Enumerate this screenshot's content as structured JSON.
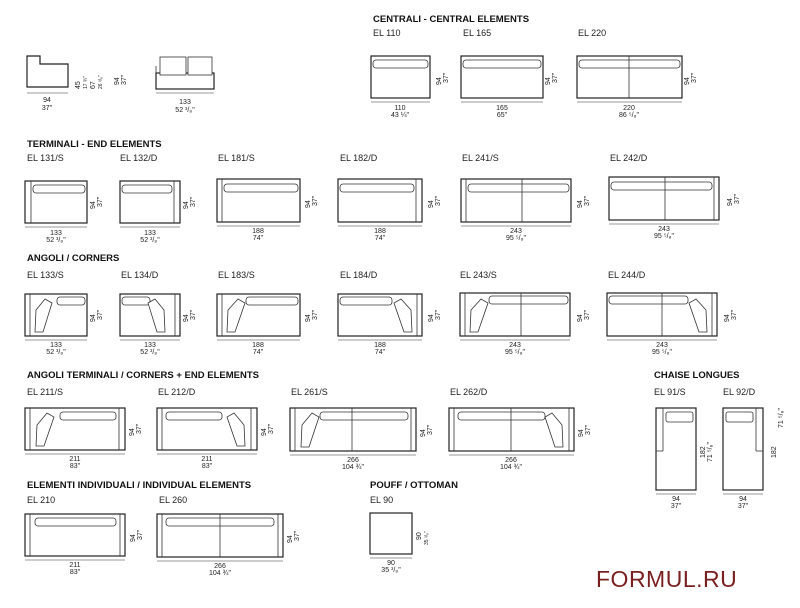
{
  "brand": "FORMUL.RU",
  "sections": {
    "central": "CENTRALI - CENTRAL ELEMENTS",
    "terminals": "TERMINALI - END ELEMENTS",
    "corners": "ANGOLI / CORNERS",
    "corner_ends": "ANGOLI TERMINALI / CORNERS + END ELEMENTS",
    "chaise": "CHAISE LONGUES",
    "individual": "ELEMENTI INDIVIDUALI / INDIVIDUAL ELEMENTS",
    "pouf": "POUFF / OTTOMAN"
  },
  "side_views": {
    "seat": {
      "width_cm": "94",
      "width_in": "37\"",
      "h1": "45",
      "h1_in": "17 ¾\"",
      "h2": "67",
      "h2_in": "26 ³/₈\"",
      "h3": "94",
      "h3_in": "37\""
    },
    "corner": {
      "width_cm": "133",
      "width_in": "52 ³/₈\""
    }
  },
  "central": [
    {
      "code": "EL 110",
      "w_cm": "110",
      "w_in": "43 ¼\"",
      "d_cm": "94",
      "d_in": "37\""
    },
    {
      "code": "EL 165",
      "w_cm": "165",
      "w_in": "65\"",
      "d_cm": "94",
      "d_in": "37\""
    },
    {
      "code": "EL 220",
      "w_cm": "220",
      "w_in": "86 ⁵/₈\"",
      "d_cm": "94",
      "d_in": "37\""
    }
  ],
  "terminals": [
    {
      "code": "EL 131/S",
      "w_cm": "133",
      "w_in": "52 ³/₈\"",
      "d_cm": "94",
      "d_in": "37\""
    },
    {
      "code": "EL 132/D",
      "w_cm": "133",
      "w_in": "52 ³/₈\"",
      "d_cm": "94",
      "d_in": "37\""
    },
    {
      "code": "EL 181/S",
      "w_cm": "188",
      "w_in": "74\"",
      "d_cm": "94",
      "d_in": "37\""
    },
    {
      "code": "EL 182/D",
      "w_cm": "188",
      "w_in": "74\"",
      "d_cm": "94",
      "d_in": "37\""
    },
    {
      "code": "EL 241/S",
      "w_cm": "243",
      "w_in": "95 ⁵/₈\"",
      "d_cm": "94",
      "d_in": "37\""
    },
    {
      "code": "EL 242/D",
      "w_cm": "243",
      "w_in": "95 ⁵/₈\"",
      "d_cm": "94",
      "d_in": "37\""
    }
  ],
  "corners": [
    {
      "code": "EL 133/S",
      "w_cm": "133",
      "w_in": "52 ³/₈\"",
      "d_cm": "94",
      "d_in": "37\""
    },
    {
      "code": "EL 134/D",
      "w_cm": "133",
      "w_in": "52 ³/₈\"",
      "d_cm": "94",
      "d_in": "37\""
    },
    {
      "code": "EL 183/S",
      "w_cm": "188",
      "w_in": "74\"",
      "d_cm": "94",
      "d_in": "37\""
    },
    {
      "code": "EL 184/D",
      "w_cm": "188",
      "w_in": "74\"",
      "d_cm": "94",
      "d_in": "37\""
    },
    {
      "code": "EL 243/S",
      "w_cm": "243",
      "w_in": "95 ⁵/₈\"",
      "d_cm": "94",
      "d_in": "37\""
    },
    {
      "code": "EL 244/D",
      "w_cm": "243",
      "w_in": "95 ⁵/₈\"",
      "d_cm": "94",
      "d_in": "37\""
    }
  ],
  "corner_ends": [
    {
      "code": "EL 211/S",
      "w_cm": "211",
      "w_in": "83\"",
      "d_cm": "94",
      "d_in": "37\""
    },
    {
      "code": "EL 212/D",
      "w_cm": "211",
      "w_in": "83\"",
      "d_cm": "94",
      "d_in": "37\""
    },
    {
      "code": "EL 261/S",
      "w_cm": "266",
      "w_in": "104 ¾\"",
      "d_cm": "94",
      "d_in": "37\""
    },
    {
      "code": "EL 262/D",
      "w_cm": "266",
      "w_in": "104 ¾\"",
      "d_cm": "94",
      "d_in": "37\""
    }
  ],
  "chaise": [
    {
      "code": "EL 91/S",
      "w_cm": "94",
      "w_in": "37\"",
      "d_cm": "182",
      "d_in": "71 ⁵/₈\""
    },
    {
      "code": "EL 92/D",
      "w_cm": "94",
      "w_in": "37\"",
      "d_cm": "182",
      "d_in": "71 ⁵/₈\""
    }
  ],
  "individual": [
    {
      "code": "EL 210",
      "w_cm": "211",
      "w_in": "83\"",
      "d_cm": "94",
      "d_in": "37\""
    },
    {
      "code": "EL 260",
      "w_cm": "266",
      "w_in": "104 ¾\"",
      "d_cm": "94",
      "d_in": "37\""
    }
  ],
  "pouf": [
    {
      "code": "EL 90",
      "w_cm": "90",
      "w_in": "35 ³/₈\"",
      "d_cm": "90",
      "d_in": "35 ³/₈\""
    }
  ]
}
